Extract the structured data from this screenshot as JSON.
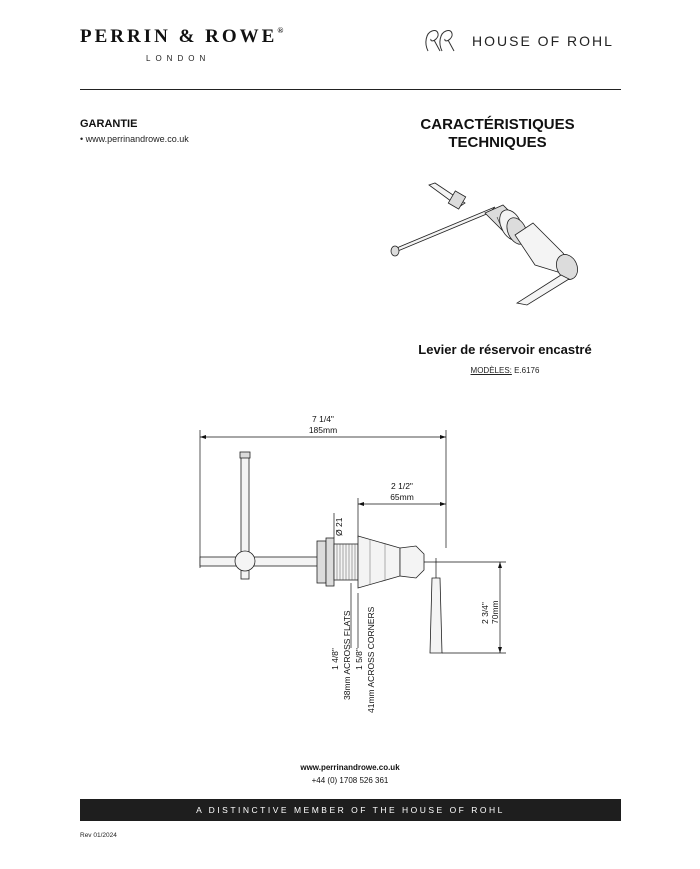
{
  "brand": {
    "name": "PERRIN & ROWE",
    "registered": "®",
    "city": "LONDON",
    "partner_monogram": "RR",
    "partner": "HOUSE OF ROHL"
  },
  "warranty": {
    "title": "GARANTIE",
    "items": [
      "• www.perrinandrowe.co.uk"
    ]
  },
  "spec": {
    "title_line1": "CARACTÉRISTIQUES",
    "title_line2": "TECHNIQUES",
    "product_name": "Levier de réservoir encastré",
    "models_label": "MODÈLES:",
    "models_value": " E.6176"
  },
  "drawing": {
    "overall_in": "7 1/4\"",
    "overall_mm": "185mm",
    "lever_in": "2 1/2\"",
    "lever_mm": "65mm",
    "diameter": "Ø 21",
    "height_in": "2 3/4\"",
    "height_mm": "70mm",
    "flats_in": "1 4/8\"",
    "flats_mm": "38mm ACROSS FLATS",
    "corners_in": "1 5/8\"",
    "corners_mm": "41mm ACROSS CORNERS"
  },
  "footer": {
    "website": "www.perrinandrowe.co.uk",
    "phone": "+44 (0) 1708 526 361",
    "banner": "A DISTINCTIVE MEMBER OF THE HOUSE OF ROHL",
    "revision": "Rev 01/2024"
  }
}
